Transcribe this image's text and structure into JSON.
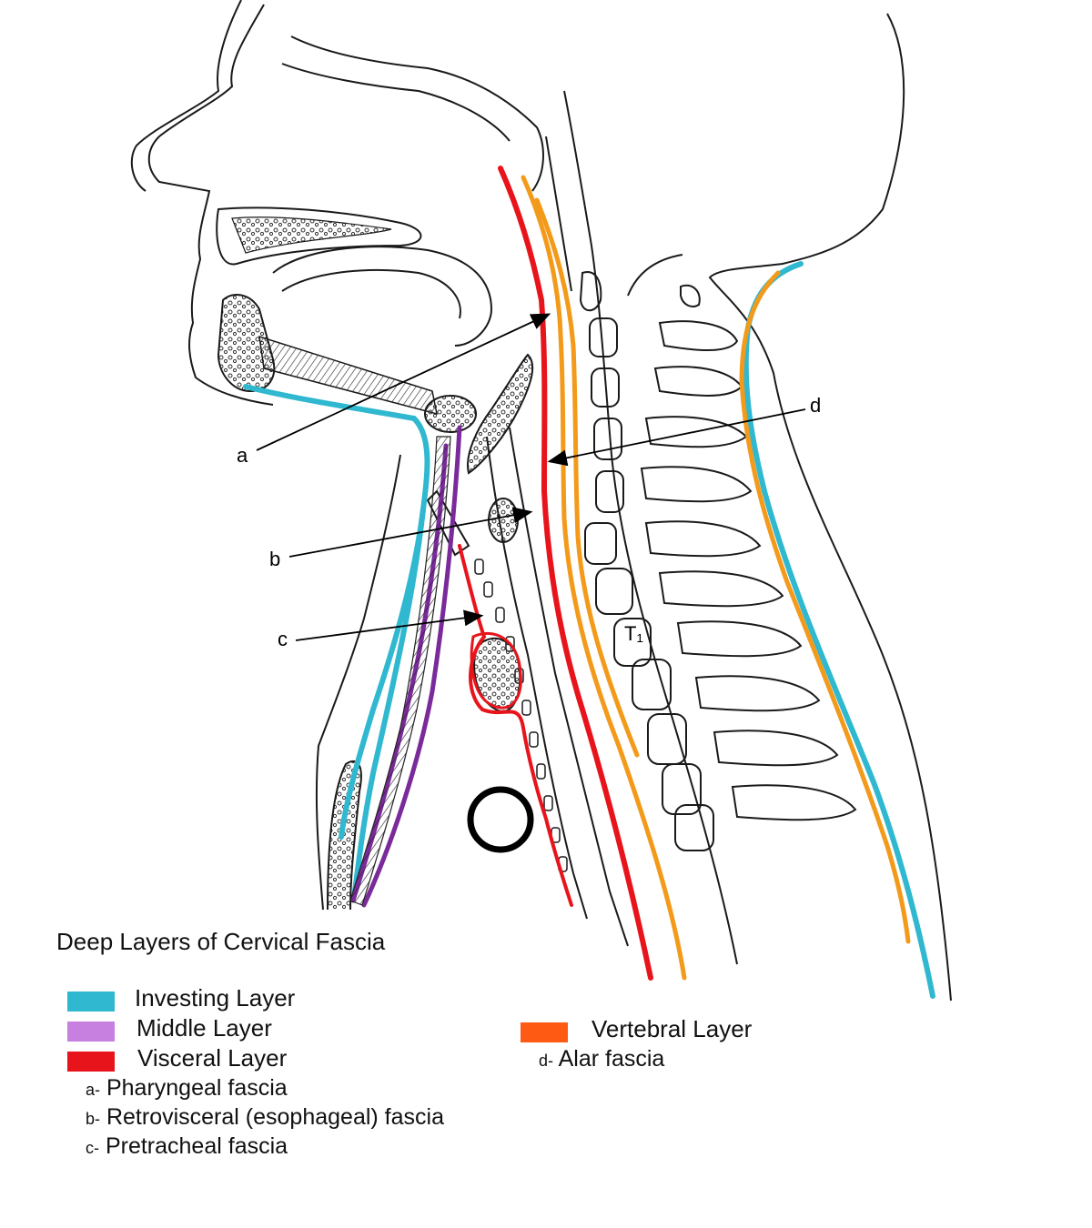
{
  "diagram": {
    "callouts": {
      "a": "a",
      "b": "b",
      "c": "c",
      "d": "d"
    },
    "vertebra_label": "T₁"
  },
  "legend": {
    "title": "Deep Layers of Cervical Fascia",
    "items": [
      {
        "label": "Investing Layer",
        "color": "#2fb8cf"
      },
      {
        "label": "Middle Layer",
        "color": "#c77fe0"
      },
      {
        "label": "Visceral Layer",
        "color": "#e8141c"
      },
      {
        "label": "Vertebral Layer",
        "color": "#ff5a14"
      }
    ],
    "visceral_sub": [
      {
        "prefix": "a-",
        "text": "Pharyngeal fascia"
      },
      {
        "prefix": "b-",
        "text": "Retrovisceral (esophageal) fascia"
      },
      {
        "prefix": "c-",
        "text": "Pretracheal fascia"
      }
    ],
    "vertebral_sub": [
      {
        "prefix": "d-",
        "text": "Alar fascia"
      }
    ]
  },
  "colors": {
    "investing": "#2fb8cf",
    "middle": "#7a2a9a",
    "visceral": "#e8141c",
    "vertebral": "#f39a1a",
    "ink": "#1a1a1a"
  }
}
